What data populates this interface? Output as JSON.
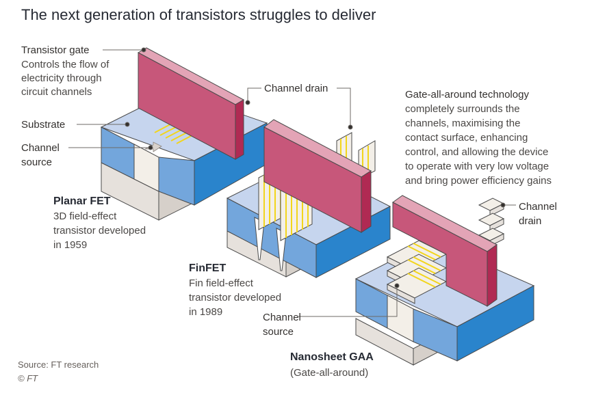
{
  "title": "The next generation of transistors struggles to deliver",
  "labels": {
    "transistor_gate": "Transistor gate",
    "gate_desc": [
      "Controls the flow of",
      "electricity through",
      "circuit channels"
    ],
    "substrate": "Substrate",
    "channel_source_1": [
      "Channel",
      "source"
    ],
    "channel_drain_1": "Channel drain",
    "channel_drain_2": [
      "Channel",
      "drain"
    ],
    "channel_source_2": [
      "Channel",
      "source"
    ],
    "gaa_desc": [
      "Gate-all-around technology",
      "completely surrounds the",
      "channels, maximising the",
      "contact surface, enhancing",
      "control, and allowing the device",
      "to operate with very low voltage",
      "and bring power efficiency gains"
    ]
  },
  "devices": {
    "planar": {
      "name": "Planar FET",
      "desc": [
        "3D field-effect",
        "transistor developed",
        "in 1959"
      ]
    },
    "finfet": {
      "name": "FinFET",
      "desc": [
        "Fin field-effect",
        "transistor developed",
        "in 1989"
      ]
    },
    "gaa": {
      "name": "Nanosheet GAA",
      "desc": [
        "(Gate-all-around)"
      ]
    }
  },
  "footer": {
    "source": "Source: FT research",
    "copyright": "© FT"
  },
  "colors": {
    "gate_front": "#c7577a",
    "gate_top": "#e3a4b6",
    "gate_side": "#b02a53",
    "substrate_top": "#c6d5ee",
    "substrate_front": "#2a84cc",
    "substrate_side": "#73a6dc",
    "base_front": "#e6e1dc",
    "base_side": "#d6d0ca",
    "channel_yellow": "#f2d51b",
    "channel_face": "#f3efe8",
    "leader": "#6e6a66"
  }
}
